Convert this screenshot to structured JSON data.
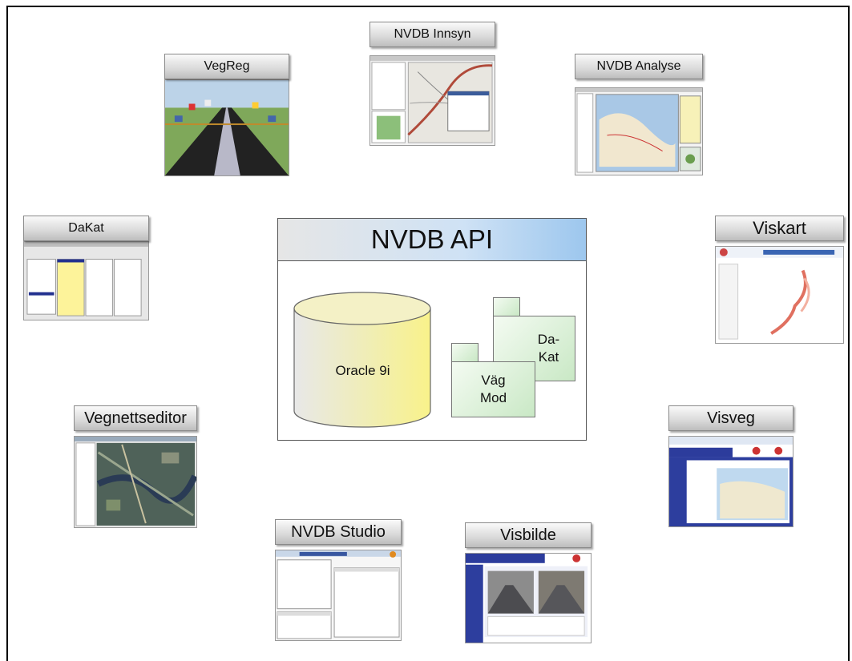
{
  "center": {
    "title": "NVDB API",
    "database": "Oracle 9i",
    "package_dakat_line1": "Da-",
    "package_dakat_line2": "Kat",
    "package_vagmod_line1": "Väg",
    "package_vagmod_line2": "Mod"
  },
  "apps": {
    "innsyn": "NVDB Innsyn",
    "vegreg": "VegReg",
    "analyse": "NVDB Analyse",
    "dakat": "DaKat",
    "viskart": "Viskart",
    "vegnettseditor": "Vegnettseditor",
    "visveg": "Visveg",
    "studio": "NVDB Studio",
    "visbilde": "Visbilde"
  },
  "colors": {
    "header_blue": "#9dc7ee",
    "cylinder_yellow": "#f6f0a8",
    "package_green": "#c9e8c5"
  }
}
